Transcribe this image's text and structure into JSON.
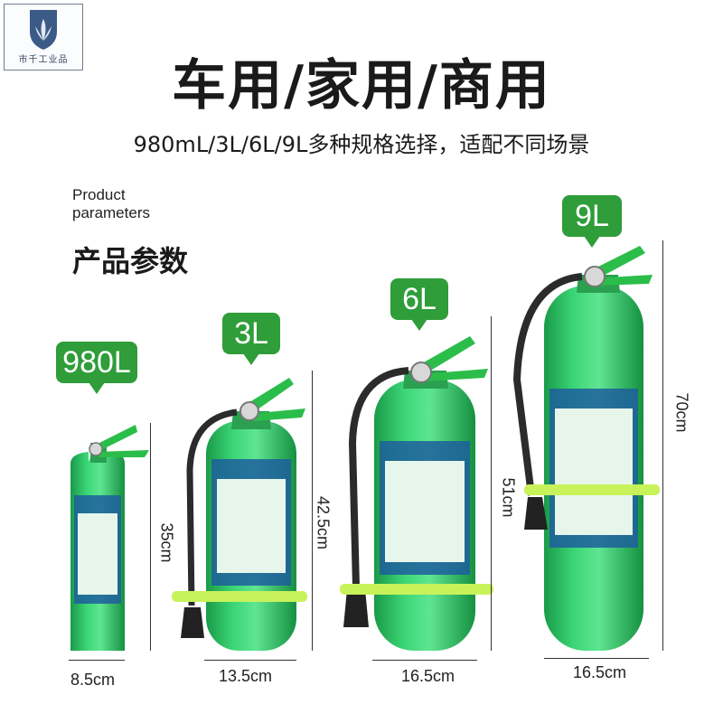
{
  "brand": {
    "logo_text": "市千工业品",
    "logo_icon": "lotus-shield-icon"
  },
  "header": {
    "title": "车用/家用/商用",
    "subtitle": "980mL/3L/6L/9L多种规格选择，适配不同场景"
  },
  "section": {
    "label_en": "Product parameters",
    "label_cn": "产品参数"
  },
  "products": [
    {
      "badge": "980L",
      "height": "35cm",
      "width": "8.5cm"
    },
    {
      "badge": "3L",
      "height": "42.5cm",
      "width": "13.5cm"
    },
    {
      "badge": "6L",
      "height": "51cm",
      "width": "16.5cm"
    },
    {
      "badge": "9L",
      "height": "70cm",
      "width": "16.5cm"
    }
  ],
  "colors": {
    "body_green": "#2fc866",
    "badge_green": "#2f9d39",
    "label_blue": "#1d5e9e",
    "strap_yellow": "#c8f25a"
  }
}
